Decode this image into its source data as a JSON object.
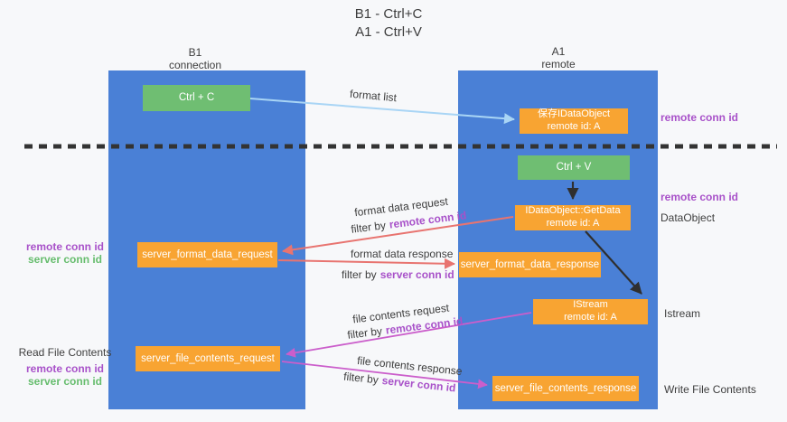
{
  "title": {
    "line1": "B1 - Ctrl+C",
    "line2": "A1 - Ctrl+V"
  },
  "columns": {
    "left": {
      "title": "B1",
      "subtitle": "connection"
    },
    "right": {
      "title": "A1",
      "subtitle": "remote"
    }
  },
  "nodes": {
    "ctrl_c": {
      "label": "Ctrl + C"
    },
    "ctrl_v": {
      "label": "Ctrl + V"
    },
    "save_idataobject": {
      "line1": "保存IDataObject",
      "line2": "remote id: A"
    },
    "idataobject_getdata": {
      "line1": "IDataObject::GetData",
      "line2": "remote id: A"
    },
    "istream": {
      "line1": "IStream",
      "line2": "remote id: A"
    },
    "server_format_data_request": {
      "label": "server_format_data_request"
    },
    "server_format_data_response": {
      "label": "server_format_data_response"
    },
    "server_file_contents_request": {
      "label": "server_file_contents_request"
    },
    "server_file_contents_response": {
      "label": "server_file_contents_response"
    }
  },
  "arrow_labels": {
    "format_list": "format list",
    "format_data_request": "format data request",
    "format_data_response": "format data response",
    "file_contents_request": "file contents request",
    "file_contents_response": "file contents response",
    "filter_by": "filter by",
    "remote_conn_id": "remote conn id",
    "server_conn_id": "server conn id"
  },
  "side_labels": {
    "remote_conn_id": "remote conn id",
    "server_conn_id": "server conn id",
    "dataobject": "DataObject",
    "istream": "Istream",
    "read_file_contents": "Read File Contents",
    "write_file_contents": "Write File Contents"
  },
  "colors": {
    "column_blue": "#4a80d6",
    "node_green": "#6fbe72",
    "node_orange": "#f8a432",
    "arrow_light_blue": "#a9d5f5",
    "arrow_salmon": "#e87470",
    "arrow_magenta": "#cb5ecb",
    "arrow_black": "#2f2f2f",
    "text_purple": "#a851c9",
    "text_green": "#67bd6e"
  }
}
